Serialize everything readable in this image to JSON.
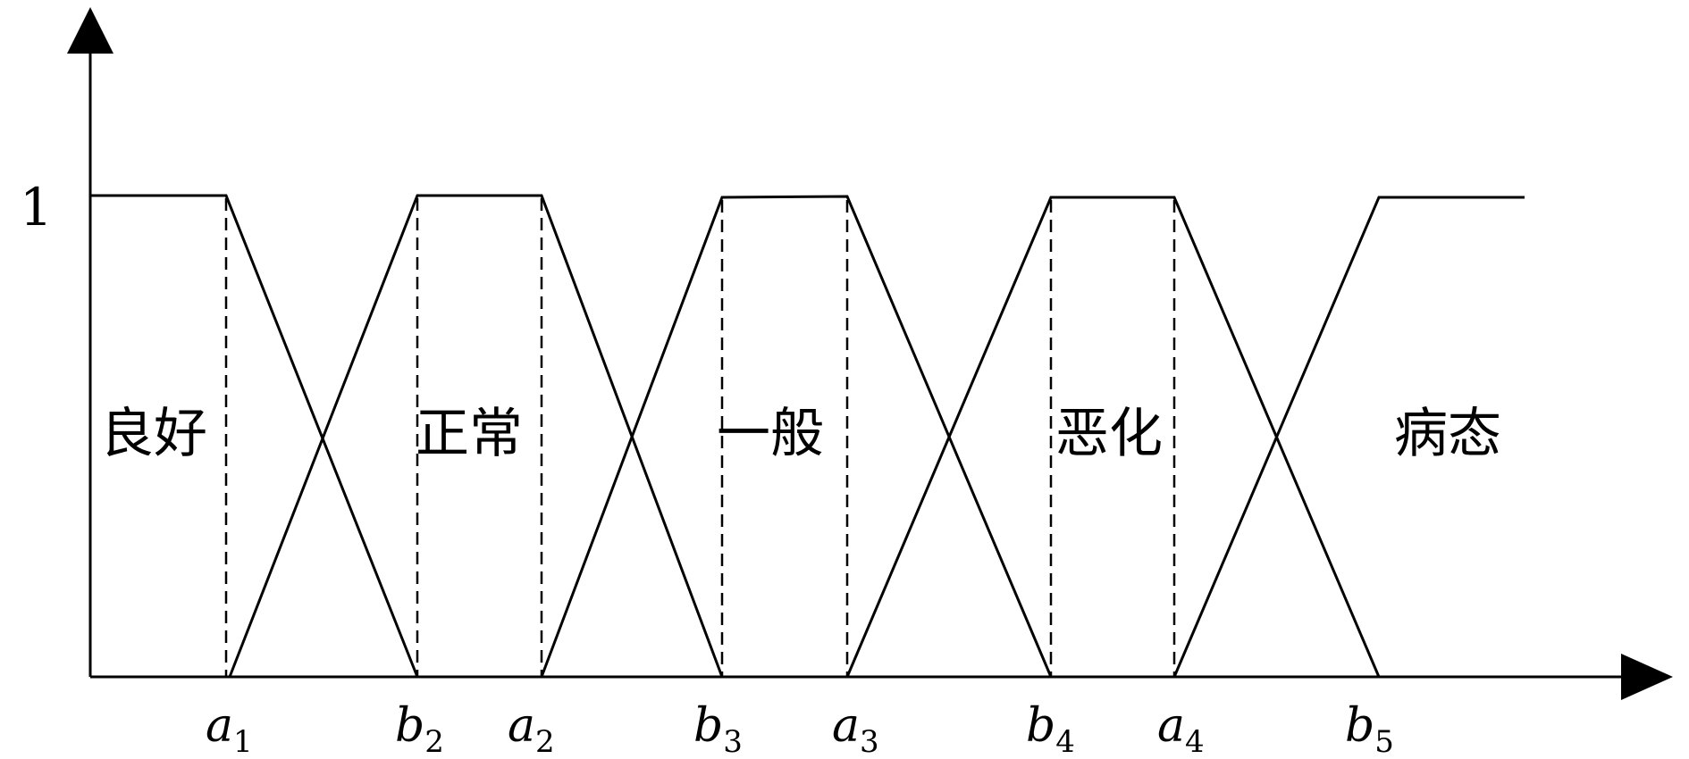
{
  "diagram": {
    "y_tick_label": "1",
    "regions": [
      {
        "id": "good",
        "label": "良好"
      },
      {
        "id": "normal",
        "label": "正常"
      },
      {
        "id": "fair",
        "label": "一般"
      },
      {
        "id": "deteriorated",
        "label": "恶化"
      },
      {
        "id": "pathological",
        "label": "病态"
      }
    ],
    "x_ticks": [
      {
        "letter": "a",
        "sub": "1"
      },
      {
        "letter": "b",
        "sub": "2"
      },
      {
        "letter": "a",
        "sub": "2"
      },
      {
        "letter": "b",
        "sub": "3"
      },
      {
        "letter": "a",
        "sub": "3"
      },
      {
        "letter": "b",
        "sub": "4"
      },
      {
        "letter": "a",
        "sub": "4"
      },
      {
        "letter": "b",
        "sub": "5"
      }
    ]
  }
}
